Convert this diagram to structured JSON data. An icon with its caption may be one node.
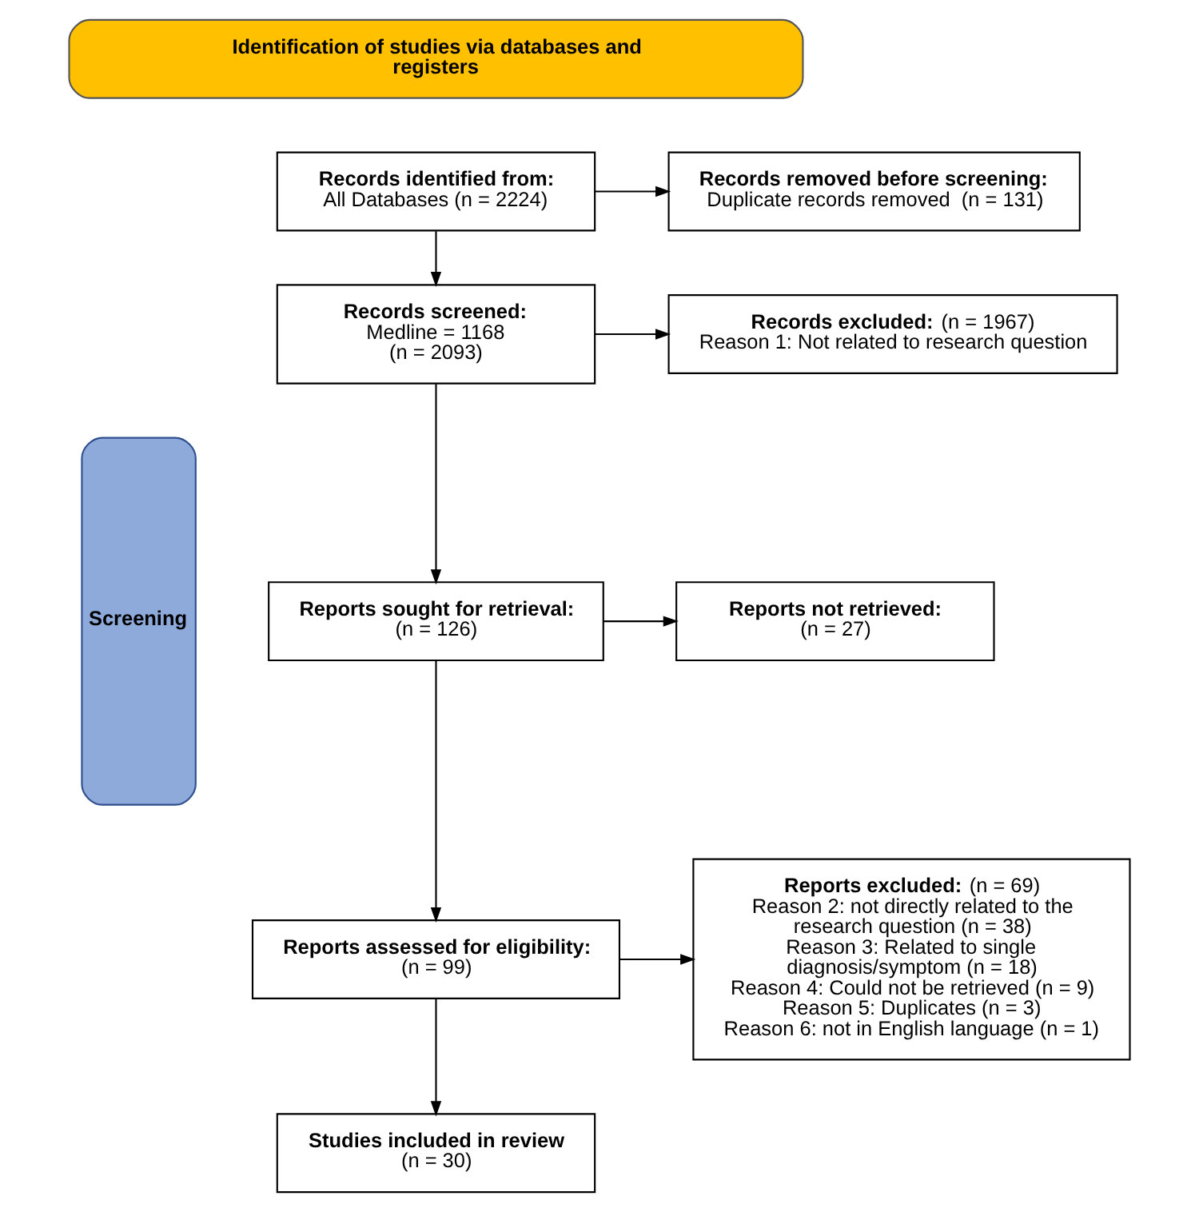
{
  "diagram": {
    "nodes": [
      {
        "text": [
          "Identification of studies via databases and registers"
        ]
      },
      {
        "text": [
          "Screening"
        ]
      },
      {
        "text": [
          "Records identified from:",
          "All Databases (n = 2224)"
        ]
      },
      {
        "text": [
          "Records removed before screening:",
          "Duplicate records removed  (n = 131)"
        ]
      },
      {
        "text": [
          "Records screened:",
          "Medline = 1168",
          "(n = 2093)"
        ]
      },
      {
        "text": [
          "**Records excluded:** (n = 1967)",
          "Reason 1: Not related to research question"
        ]
      },
      {
        "text": [
          "Reports sought for retrieval:",
          "(n = 126)"
        ]
      },
      {
        "text": [
          "Reports not retrieved:",
          "(n = 27)"
        ]
      },
      {
        "text": [
          "Reports assessed for eligibility:",
          "(n = 99)"
        ]
      },
      {
        "text": [
          "**Reports excluded:** (n = 69)",
          "Reason 2: not directly related to the research question (n = 38)",
          "Reason 3: Related to single diagnosis/symptom (n = 18)",
          "Reason 4: Could not be retrieved (n = 9)",
          "Reason 5: Duplicates (n = 3)",
          "Reason 6: not in English language (n = 1)"
        ]
      },
      {
        "text": [
          "Studies included in review",
          "(n = 30)"
        ]
      }
    ],
    "edges": [
      {
        "from": 2,
        "to": 3,
        "arrow": "to"
      },
      {
        "from": 2,
        "to": 4,
        "arrow": "to"
      },
      {
        "from": 4,
        "to": 5,
        "arrow": "to"
      },
      {
        "from": 4,
        "to": 6,
        "arrow": "to"
      },
      {
        "from": 6,
        "to": 7,
        "arrow": "to"
      },
      {
        "from": 6,
        "to": 8,
        "arrow": "to"
      },
      {
        "from": 8,
        "to": 9,
        "arrow": "to"
      },
      {
        "from": 8,
        "to": 10,
        "arrow": "to"
      }
    ]
  }
}
